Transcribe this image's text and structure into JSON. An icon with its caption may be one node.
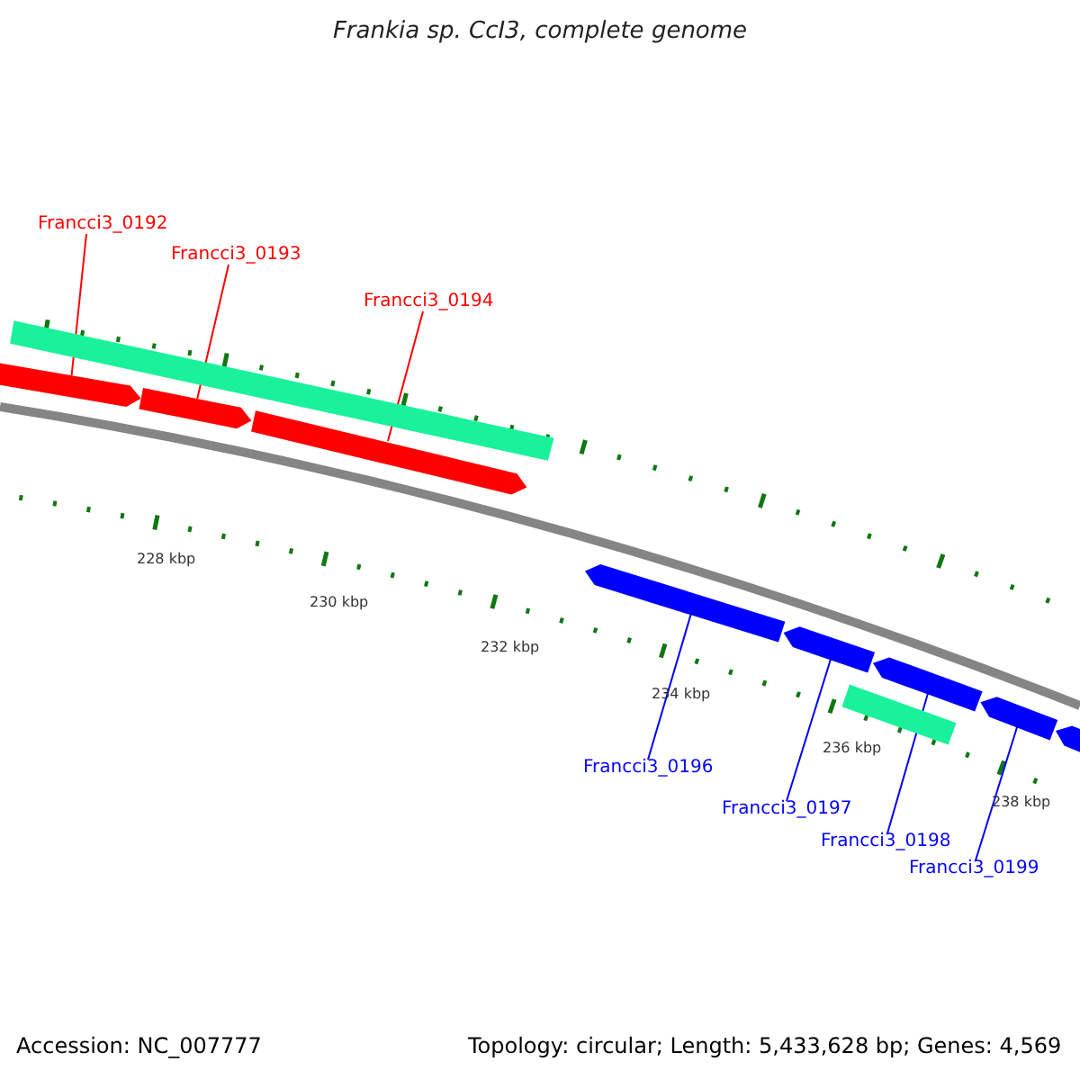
{
  "diagram": {
    "title": "Frankia sp. CcI3, complete genome",
    "nodes": [
      {
        "text": [
          "Francci3_0192"
        ]
      },
      {
        "text": [
          "Francci3_0193"
        ]
      },
      {
        "text": [
          "Francci3_0194"
        ]
      },
      {
        "text": [],
        "shape": "bar"
      },
      {
        "text": [],
        "shape": "arrow"
      },
      {
        "text": [],
        "shape": "arrow"
      },
      {
        "text": [],
        "shape": "arrow"
      },
      {
        "text": [],
        "shape": "arrow"
      },
      {
        "text": [],
        "shape": "arrow"
      },
      {
        "text": [],
        "shape": "arrow"
      },
      {
        "text": [],
        "shape": "arrow"
      },
      {
        "text": [],
        "shape": "arrow"
      },
      {
        "text": [],
        "shape": "bar"
      },
      {
        "text": [
          "Francci3_0196"
        ]
      },
      {
        "text": [
          "Francci3_0197"
        ]
      },
      {
        "text": [
          "Francci3_0198"
        ]
      },
      {
        "text": [
          "Francci3_0199"
        ]
      }
    ],
    "edges": [
      {
        "from": 0,
        "to": 4,
        "arrow": "none",
        "color": "#ff0000"
      },
      {
        "from": 1,
        "to": 5,
        "arrow": "none",
        "color": "#ff0000"
      },
      {
        "from": 2,
        "to": 6,
        "arrow": "none",
        "color": "#ff0000"
      },
      {
        "from": 13,
        "to": 7,
        "arrow": "none"
      },
      {
        "from": 14,
        "to": 8,
        "arrow": "none"
      },
      {
        "from": 15,
        "to": 9,
        "arrow": "none"
      },
      {
        "from": 16,
        "to": 10,
        "arrow": "none"
      }
    ],
    "labels": [
      "228 kbp",
      "230 kbp",
      "232 kbp",
      "234 kbp",
      "236 kbp",
      "238 kbp",
      "Accession: NC_007777",
      "Topology: circular; Length: 5,433,628 bp; Genes: 4,569"
    ]
  }
}
